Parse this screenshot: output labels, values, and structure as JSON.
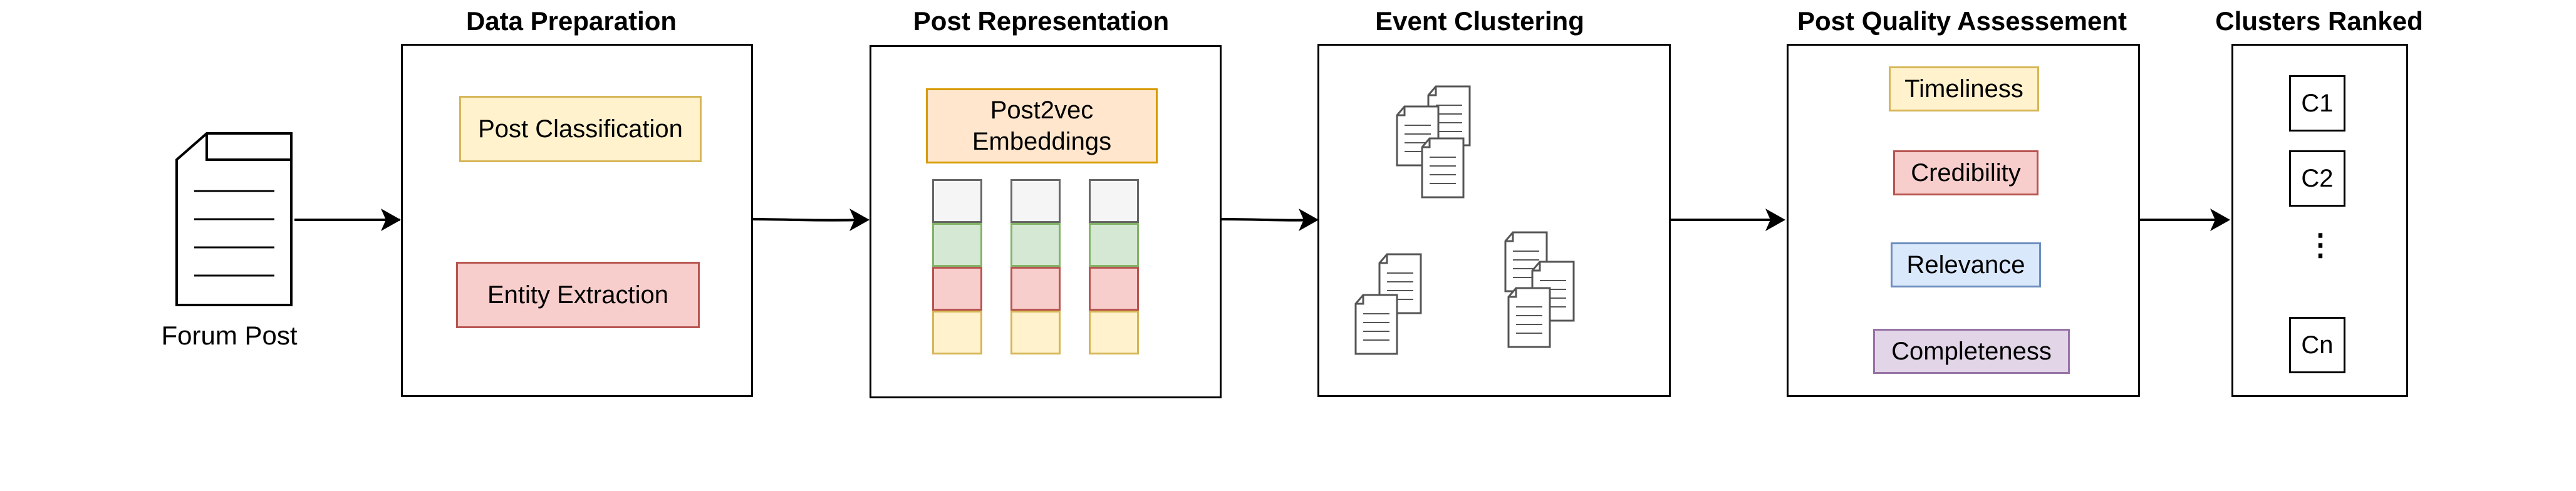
{
  "input": {
    "label": "Forum Post"
  },
  "stages": {
    "data_preparation": {
      "title": "Data Preparation",
      "items": [
        "Post Classification",
        "Entity Extraction"
      ]
    },
    "post_representation": {
      "title": "Post Representation",
      "embedding_label_line1": "Post2vec",
      "embedding_label_line2": "Embeddings"
    },
    "event_clustering": {
      "title": "Event Clustering"
    },
    "quality_assessment": {
      "title": "Post Quality Assessement",
      "criteria": [
        "Timeliness",
        "Credibility",
        "Relevance",
        "Completeness"
      ]
    },
    "clusters_ranked": {
      "title": "Clusters Ranked",
      "items": [
        "C1",
        "C2",
        "Cn"
      ],
      "ellipsis": "⋮"
    }
  },
  "colors": {
    "yellow_fill": "#fff2cc",
    "red_fill": "#f8cecc",
    "blue_fill": "#dae8fc",
    "purple_fill": "#e1d5e7",
    "orange_fill": "#ffe6cc",
    "green_fill": "#d5e8d4",
    "gray_fill": "#f5f5f5"
  },
  "icons": {
    "input": "document-icon",
    "clusters": "document-stack-icon",
    "flow": "arrow-right-icon"
  }
}
